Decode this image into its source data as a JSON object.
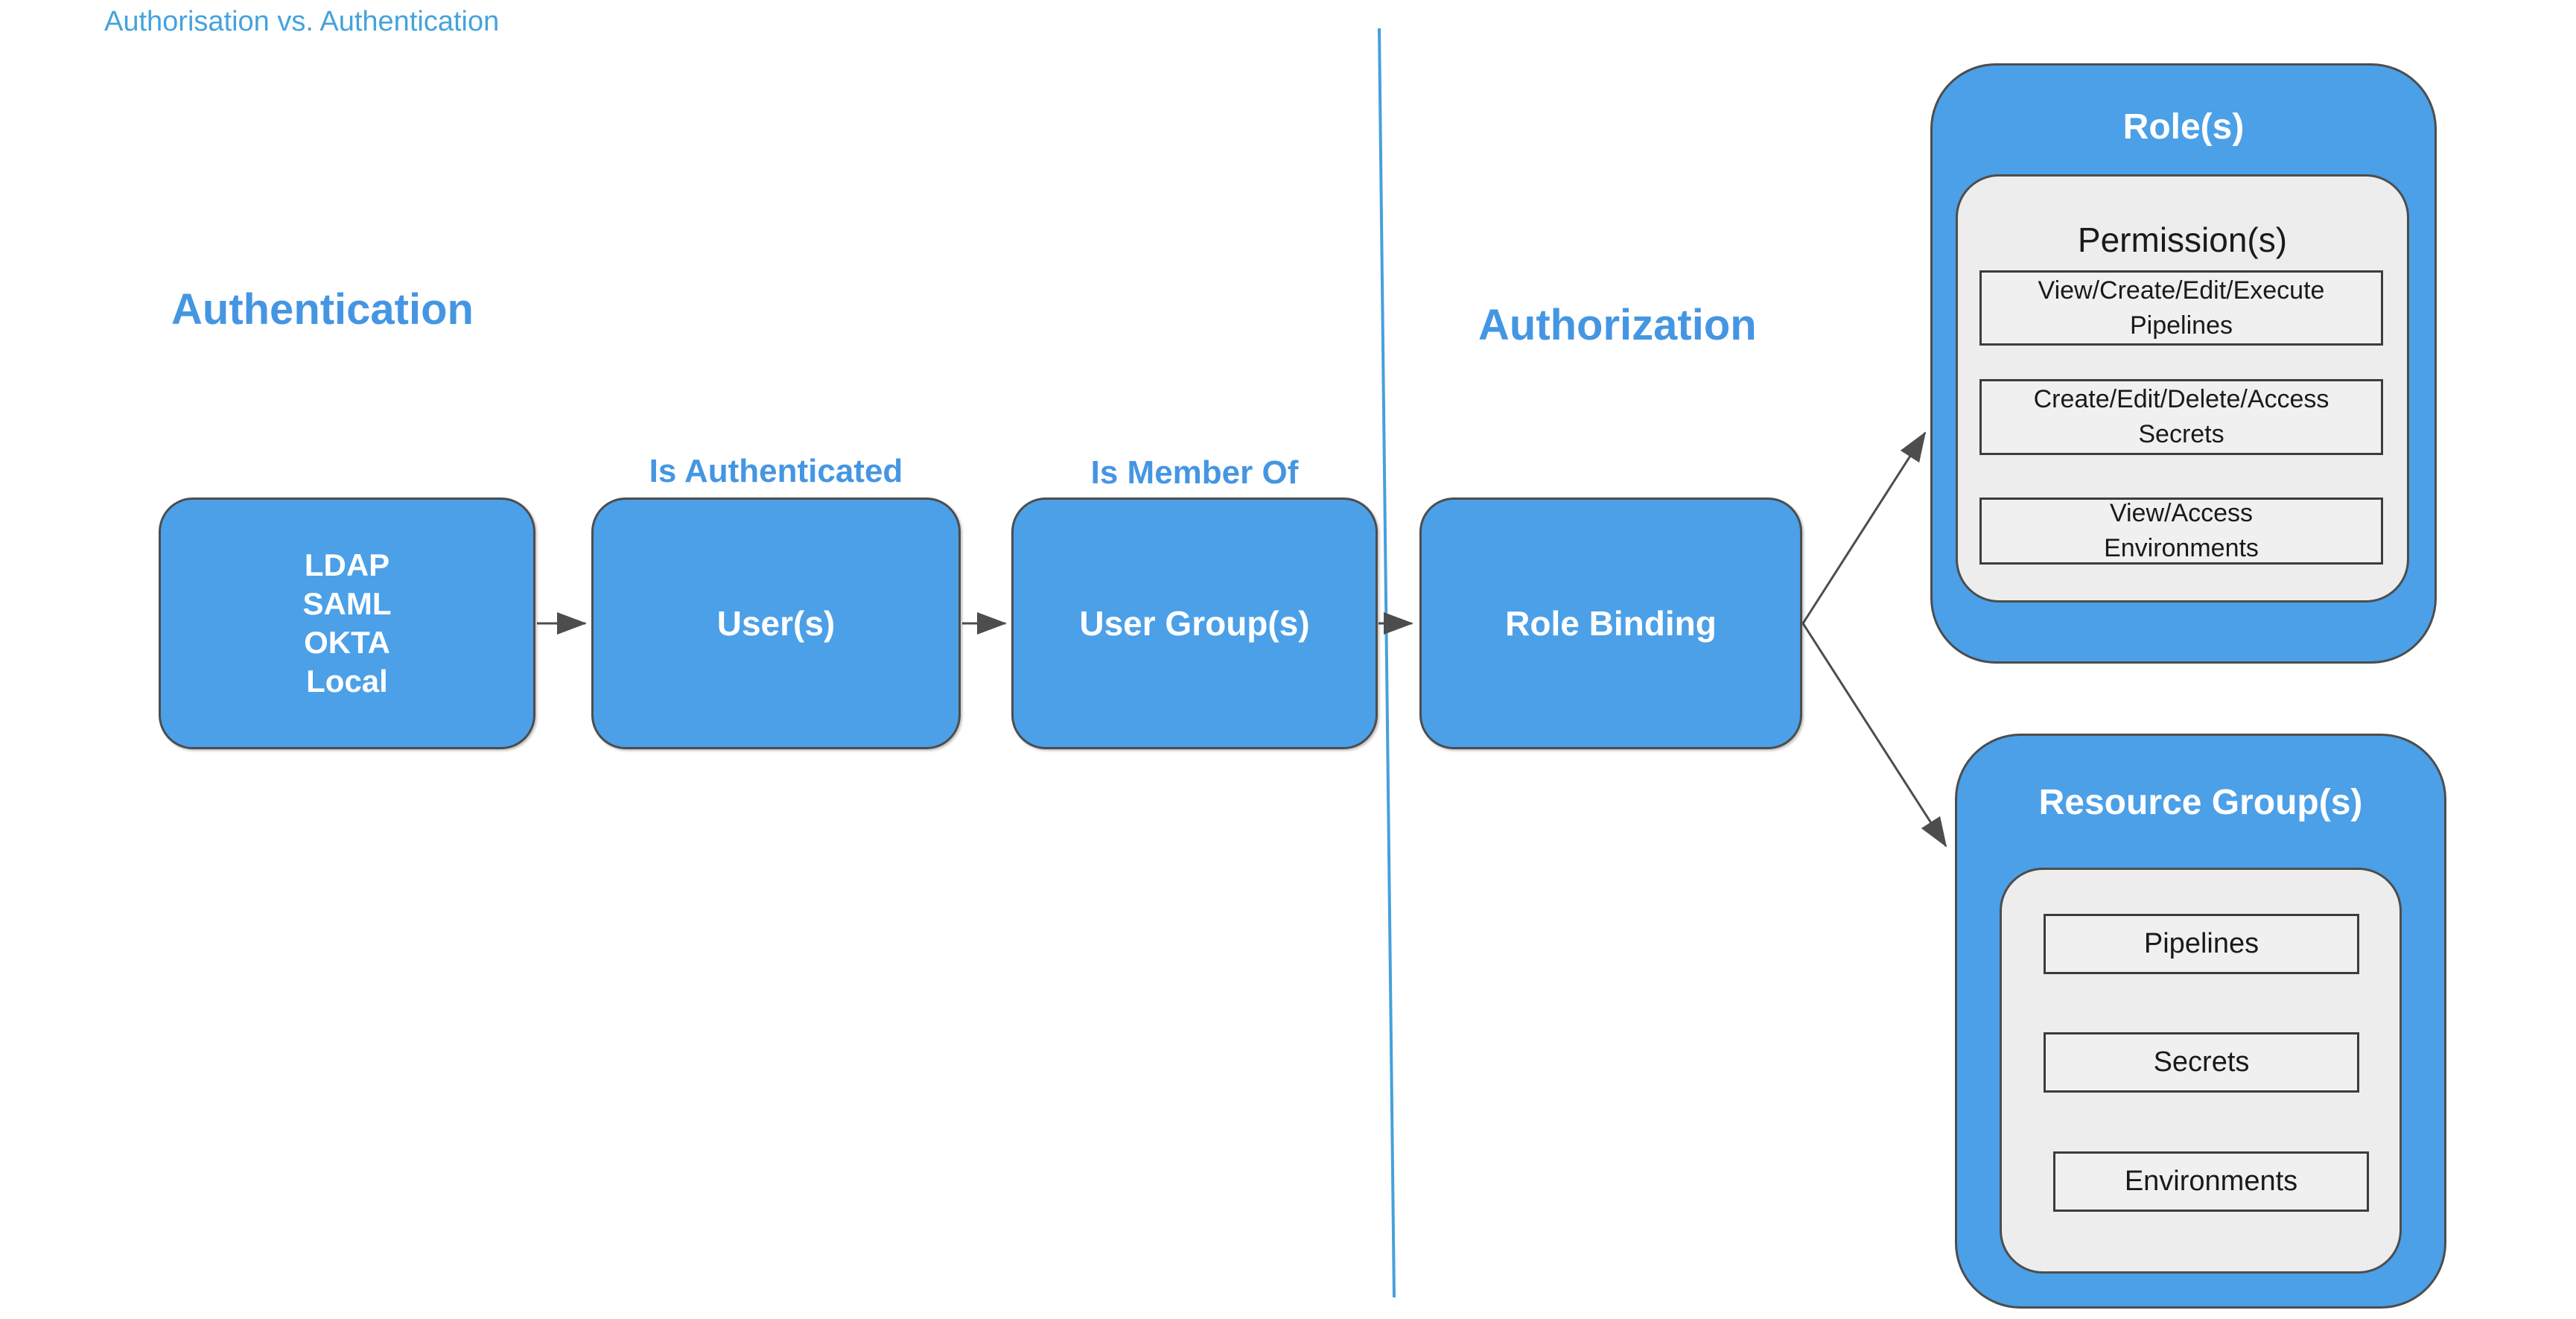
{
  "title": "Authorisation vs. Authentication",
  "colors": {
    "node-blue": "#4BA0E8",
    "heading-blue": "#4596E2",
    "title-blue": "#45A3DC",
    "divider-blue": "#45A1DB",
    "panel-gray": "#EDEDED",
    "item-gray": "#F0F0F0",
    "border-dark": "#4D4D4D",
    "text-dark": "#1A1A1A"
  },
  "sections": {
    "authentication": {
      "heading": "Authentication"
    },
    "authorization": {
      "heading": "Authorization"
    }
  },
  "flow": {
    "nodes": [
      {
        "lines": [
          "LDAP",
          "SAML",
          "OKTA",
          "Local"
        ]
      },
      {
        "label": "User(s)"
      },
      {
        "label": "User Group(s)"
      },
      {
        "label": "Role Binding"
      }
    ],
    "edge_labels": [
      "Is Authenticated",
      "Is Member Of"
    ]
  },
  "roles": {
    "title": "Role(s)",
    "permissions_title": "Permission(s)",
    "permission_items": [
      {
        "line1": "View/Create/Edit/Execute",
        "line2": "Pipelines"
      },
      {
        "line1": "Create/Edit/Delete/Access",
        "line2": "Secrets"
      },
      {
        "line1": "View/Access",
        "line2": "Environments"
      }
    ]
  },
  "resource_groups": {
    "title": "Resource Group(s)",
    "items": [
      "Pipelines",
      "Secrets",
      "Environments"
    ]
  }
}
